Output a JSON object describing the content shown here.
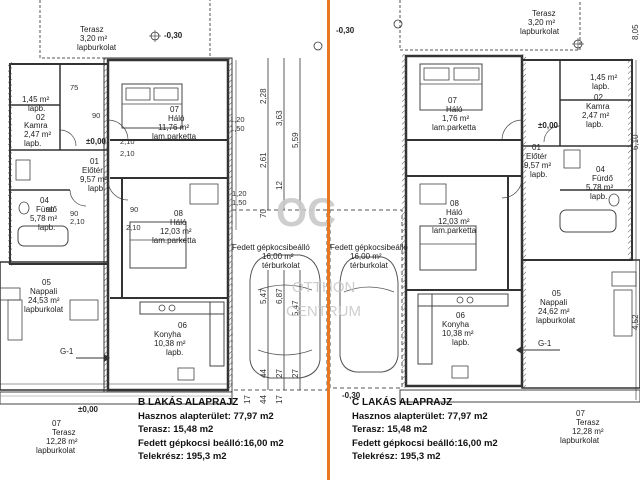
{
  "left": {
    "terrace_top": {
      "name": "Terasz",
      "area": "3,20 m²",
      "floor": "lapburkolat"
    },
    "level_top": "-0,30",
    "level_entry": "±0,00",
    "level_bottom": "±0,00",
    "bedroom1": {
      "num": "07",
      "name": "Háló",
      "area": "11,76 m²",
      "floor": "lam.parketta"
    },
    "bedroom2": {
      "num": "08",
      "name": "Háló",
      "area": "12,03 m²",
      "floor": "lam.parketta"
    },
    "hall": {
      "num": "01",
      "name": "Előtér",
      "area": "9,57 m²",
      "floor": "lapb."
    },
    "storage": {
      "num": "02",
      "name": "Kamra",
      "area": "2,47 m²",
      "floor": "lapb."
    },
    "small": {
      "area": "1,45 m²",
      "floor": "lapb."
    },
    "bath": {
      "num": "04",
      "name": "Fürdő",
      "area": "5,78 m²",
      "floor": "lapb."
    },
    "living": {
      "num": "05",
      "name": "Nappali",
      "area": "24,53 m²",
      "floor": "lapburkolat"
    },
    "kitchen": {
      "num": "06",
      "name": "Konyha",
      "area": "10,38 m²",
      "floor": "lapb."
    },
    "carport": {
      "name": "Fedett gépkocsibeálló",
      "area": "16,00 m²",
      "floor": "térburkolat"
    },
    "terrace_bottom": {
      "name": "Terasz",
      "area": "12,28 m²",
      "floor": "lapburkolat"
    },
    "section": "G-1",
    "dims_vertical": [
      "2,28",
      "3,63",
      "5,59",
      "2,61",
      "12",
      "70",
      "5,47",
      "6,87",
      "5,47",
      "44",
      "27",
      "17",
      "27",
      "44",
      "17"
    ],
    "dims_openings": [
      "1,20",
      "1,50",
      "90",
      "2,10",
      "75",
      "90",
      "2,10",
      "1,20",
      "1,50",
      "90",
      "2,10",
      "90",
      "2,10"
    ],
    "caption": {
      "title": "B LAKÁS ALAPRAJZ",
      "line1": "Hasznos alapterület: 77,97 m2",
      "line2": "Terasz: 15,48 m2",
      "line3": "Fedett gépkocsi beálló:16,00 m2",
      "line4": "Telekrész: 195,3 m2"
    }
  },
  "right": {
    "terrace_top": {
      "name": "Terasz",
      "area": "3,20 m²",
      "floor": "lapburkolat"
    },
    "level_top": "-0,30",
    "level_entry": "±0,00",
    "level_bottom": "-0,30",
    "bedroom1": {
      "num": "07",
      "name": "Háló",
      "area": "1,76 m²",
      "floor": "lam.parketta"
    },
    "bedroom2": {
      "num": "08",
      "name": "Háló",
      "area": "12,03 m²",
      "floor": "lam.parketta"
    },
    "hall": {
      "num": "01",
      "name": "Előtér",
      "area": "9,57 m²",
      "floor": "lapb."
    },
    "storage": {
      "num": "02",
      "name": "Kamra",
      "area": "2,47 m²",
      "floor": "lapb."
    },
    "small": {
      "area": "1,45 m²",
      "floor": "lapb."
    },
    "bath": {
      "num": "04",
      "name": "Fürdő",
      "area": "5,78 m²",
      "floor": "lapb."
    },
    "living": {
      "num": "05",
      "name": "Nappali",
      "area": "24,62 m²",
      "floor": "lapburkolat"
    },
    "kitchen": {
      "num": "06",
      "name": "Konyha",
      "area": "10,38 m²",
      "floor": "lapb."
    },
    "carport": {
      "name": "Fedett gépkocsibeálló",
      "area": "16,00 m²",
      "floor": "térburkolat"
    },
    "terrace_bottom": {
      "name": "Terasz",
      "area": "12,28 m²",
      "floor": "lapburkolat"
    },
    "section": "G-1",
    "dims_right": [
      "4,52",
      "6,10",
      "8,05"
    ],
    "caption": {
      "title": "C LAKÁS ALAPRAJZ",
      "line1": "Hasznos alapterület: 77,97 m2",
      "line2": "Terasz: 15,48 m2",
      "line3": "Fedett gépkocsi beálló:16,00 m2",
      "line4": "Telekrész: 195,3 m2"
    }
  },
  "watermark": {
    "line1": "OTTHON",
    "line2": "CENTRUM"
  },
  "colors": {
    "divider": "#e87722",
    "wall": "#333333",
    "watermark": "#c9c9c9"
  }
}
